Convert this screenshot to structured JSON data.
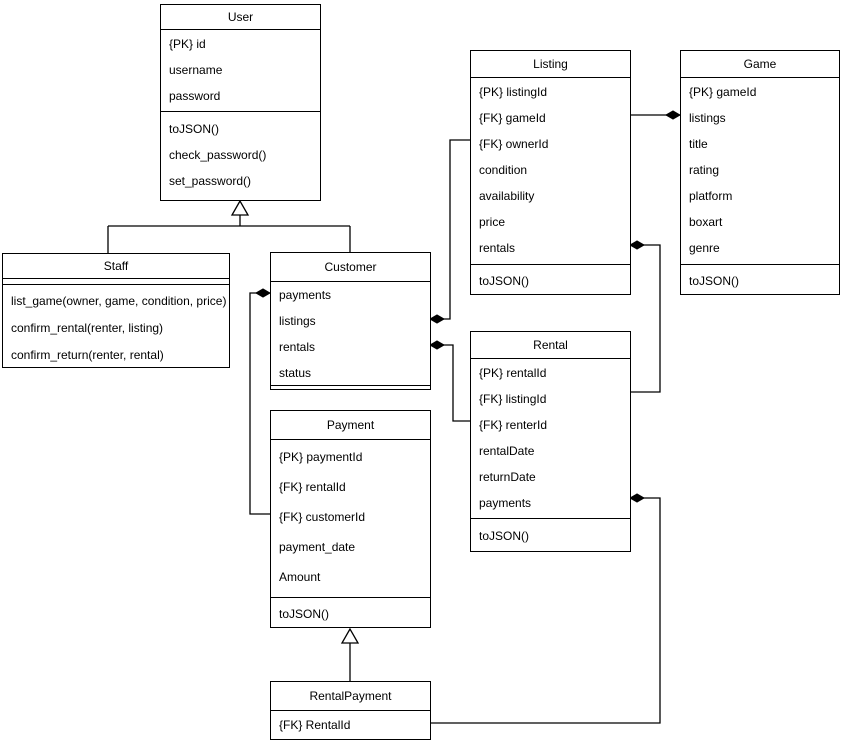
{
  "diagram": {
    "kind": "uml-class-diagram",
    "colors": {
      "stroke": "#000000",
      "fill": "#ffffff",
      "text": "#000000"
    }
  },
  "classes": {
    "user": {
      "name": "User",
      "attributes": [
        "{PK} id",
        "username",
        "password"
      ],
      "methods": [
        "toJSON()",
        "check_password()",
        "set_password()"
      ]
    },
    "staff": {
      "name": "Staff",
      "attributes": [],
      "methods": [
        "list_game(owner, game, condition, price)",
        "confirm_rental(renter, listing)",
        "confirm_return(renter, rental)"
      ]
    },
    "customer": {
      "name": "Customer",
      "attributes": [
        "payments",
        "listings",
        "rentals",
        "status"
      ],
      "methods": []
    },
    "payment": {
      "name": "Payment",
      "attributes": [
        "{PK} paymentId",
        "{FK} rentalId",
        "{FK} customerId",
        "payment_date",
        "Amount"
      ],
      "methods": [
        "toJSON()"
      ]
    },
    "rentalPayment": {
      "name": "RentalPayment",
      "attributes": [
        "{FK} RentalId"
      ],
      "methods": []
    },
    "listing": {
      "name": "Listing",
      "attributes": [
        "{PK} listingId",
        "{FK} gameId",
        "{FK} ownerId",
        "condition",
        "availability",
        "price",
        "rentals"
      ],
      "methods": [
        "toJSON()"
      ]
    },
    "game": {
      "name": "Game",
      "attributes": [
        "{PK} gameId",
        "listings",
        "title",
        "rating",
        "platform",
        "boxart",
        "genre"
      ],
      "methods": [
        "toJSON()"
      ]
    },
    "rental": {
      "name": "Rental",
      "attributes": [
        "{PK} rentalId",
        "{FK} listingId",
        "{FK} renterId",
        "rentalDate",
        "returnDate",
        "payments"
      ],
      "methods": [
        "toJSON()"
      ]
    }
  },
  "relationships": [
    {
      "from": "Staff",
      "to": "User",
      "type": "inheritance"
    },
    {
      "from": "Customer",
      "to": "User",
      "type": "inheritance"
    },
    {
      "from": "RentalPayment",
      "to": "Payment",
      "type": "inheritance"
    },
    {
      "from": "Customer.payments",
      "to": "Payment.{FK} customerId",
      "type": "composition"
    },
    {
      "from": "Customer.listings",
      "to": "Listing.{FK} ownerId",
      "type": "composition"
    },
    {
      "from": "Customer.rentals",
      "to": "Rental.{FK} renterId",
      "type": "composition"
    },
    {
      "from": "Game.listings",
      "to": "Listing.{FK} gameId",
      "type": "composition"
    },
    {
      "from": "Listing.rentals",
      "to": "Rental.{FK} listingId",
      "type": "composition"
    },
    {
      "from": "Rental.payments",
      "to": "RentalPayment.{FK} RentalId",
      "type": "composition"
    }
  ]
}
